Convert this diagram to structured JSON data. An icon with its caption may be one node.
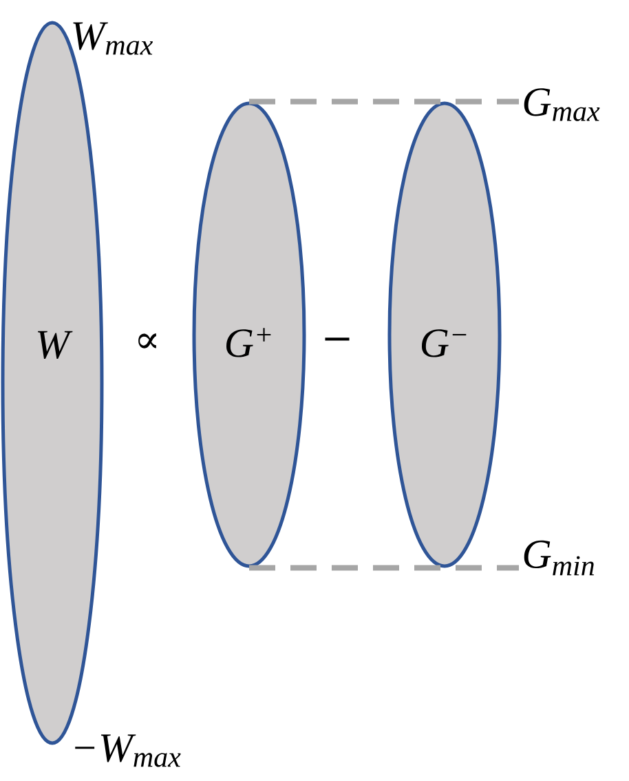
{
  "diagram": {
    "nodes": [
      {
        "text": [
          "W"
        ],
        "beside": [
          "W$_{max}$",
          "−W$_{max}$"
        ]
      },
      {
        "text": [
          "G$^{+}$"
        ]
      },
      {
        "text": [
          "G$^{−}$"
        ]
      },
      {
        "text": [
          "G$_{max}$"
        ]
      },
      {
        "text": [
          "G$_{min}$"
        ]
      }
    ],
    "edges": [
      {
        "from": 1,
        "to": 3,
        "arrow": "none",
        "style": "dashed"
      },
      {
        "from": 1,
        "to": 4,
        "arrow": "none",
        "style": "dashed"
      }
    ],
    "labels": [
      "∝",
      "−"
    ]
  }
}
